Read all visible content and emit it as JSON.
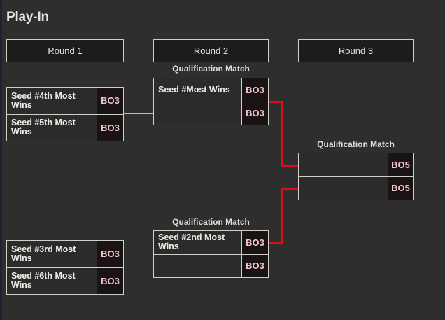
{
  "bracket": {
    "title": "Play-In",
    "rounds": [
      {
        "id": "round-1",
        "label": "Round 1"
      },
      {
        "id": "round-2",
        "label": "Round 2"
      },
      {
        "id": "round-3",
        "label": "Round 3"
      }
    ],
    "match_label": "Qualification Match",
    "formats": {
      "bo3": "BO3",
      "bo5": "BO5"
    },
    "matches": [
      {
        "id": "r1-m1",
        "round": "Round 1",
        "label": "",
        "rows": [
          {
            "team": "Seed #4th Most Wins",
            "format": "BO3"
          },
          {
            "team": "Seed #5th Most Wins",
            "format": "BO3"
          }
        ]
      },
      {
        "id": "r1-m2",
        "round": "Round 1",
        "label": "",
        "rows": [
          {
            "team": "Seed #3rd Most Wins",
            "format": "BO3"
          },
          {
            "team": "Seed #6th Most Wins",
            "format": "BO3"
          }
        ]
      },
      {
        "id": "r2-m1",
        "round": "Round 2",
        "label": "Qualification Match",
        "rows": [
          {
            "team": "Seed #Most Wins",
            "format": "BO3"
          },
          {
            "team": "",
            "format": "BO3"
          }
        ]
      },
      {
        "id": "r2-m2",
        "round": "Round 2",
        "label": "Qualification Match",
        "rows": [
          {
            "team": "Seed #2nd Most Wins",
            "format": "BO3"
          },
          {
            "team": "",
            "format": "BO3"
          }
        ]
      },
      {
        "id": "r3-m1",
        "round": "Round 3",
        "label": "Qualification Match",
        "rows": [
          {
            "team": "",
            "format": "BO5"
          },
          {
            "team": "",
            "format": "BO5"
          }
        ]
      }
    ],
    "colors": {
      "page_background": "#2e2e2e",
      "box_background": "#2b2b2b",
      "header_background": "#1c1c1c",
      "border": "#cfcfc6",
      "text": "#e6e6e1",
      "format_text": "#f0c2cd",
      "format_background": "#191313",
      "connector_gray": "#b9b9ae",
      "connector_red": "#e00d14",
      "edge_strip": "#1b2430"
    }
  }
}
